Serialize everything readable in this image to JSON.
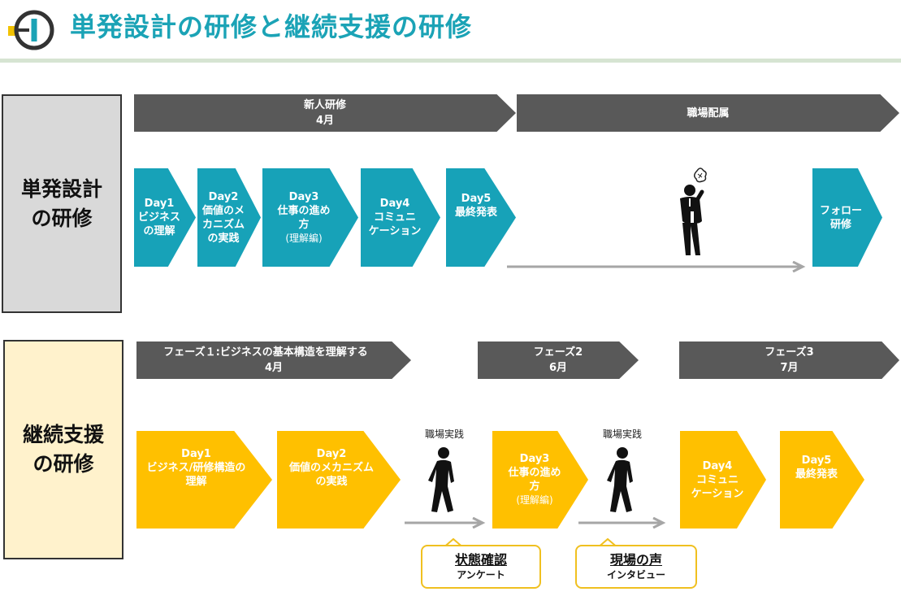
{
  "title": "単発設計の研修と継続支援の研修",
  "single": {
    "label": "単発設計\nの研修",
    "banners": [
      {
        "line1": "新人研修",
        "line2": "4月"
      },
      {
        "line1": "職場配属",
        "line2": ""
      }
    ],
    "days": [
      {
        "day": "Day1",
        "text": "ビジネス\nの理解",
        "sub": ""
      },
      {
        "day": "Day2",
        "text": "価値のメ\nカニズム\nの実践",
        "sub": ""
      },
      {
        "day": "Day3",
        "text": "仕事の進め\n方",
        "sub": "(理解編)"
      },
      {
        "day": "Day4",
        "text": "コミュニ\nケーション",
        "sub": ""
      },
      {
        "day": "Day5",
        "text": "最終発表",
        "sub": ""
      }
    ],
    "follow": "フォロー\n研修"
  },
  "continuous": {
    "label": "継続支援\nの研修",
    "banners": [
      {
        "line1": "フェーズ１:ビジネスの基本構造を理解する",
        "line2": "4月"
      },
      {
        "line1": "フェーズ2",
        "line2": "6月"
      },
      {
        "line1": "フェーズ3",
        "line2": "7月"
      }
    ],
    "days": [
      {
        "day": "Day1",
        "text": "ビジネス/研修構造の\n理解",
        "sub": ""
      },
      {
        "day": "Day2",
        "text": "価値のメカニズム\nの実践",
        "sub": ""
      },
      {
        "day": "Day3",
        "text": "仕事の進め\n方",
        "sub": "(理解編)"
      },
      {
        "day": "Day4",
        "text": "コミュニ\nケーション",
        "sub": ""
      },
      {
        "day": "Day5",
        "text": "最終発表",
        "sub": ""
      }
    ],
    "practice1": "職場実践",
    "practice2": "職場実践",
    "callout1": {
      "main": "状態確認",
      "sub": "アンケート"
    },
    "callout2": {
      "main": "現場の声",
      "sub": "インタビュー"
    }
  },
  "icons": [
    "logo-icon",
    "confused-person-icon",
    "walking-person-icon",
    "arrow-right-icon"
  ],
  "colors": {
    "teal": "#17a2b8",
    "gold": "#ffc000",
    "banner": "#595959",
    "title": "#1ba3b6",
    "single_box": "#d9d9d9",
    "cont_box": "#fff2cc"
  }
}
